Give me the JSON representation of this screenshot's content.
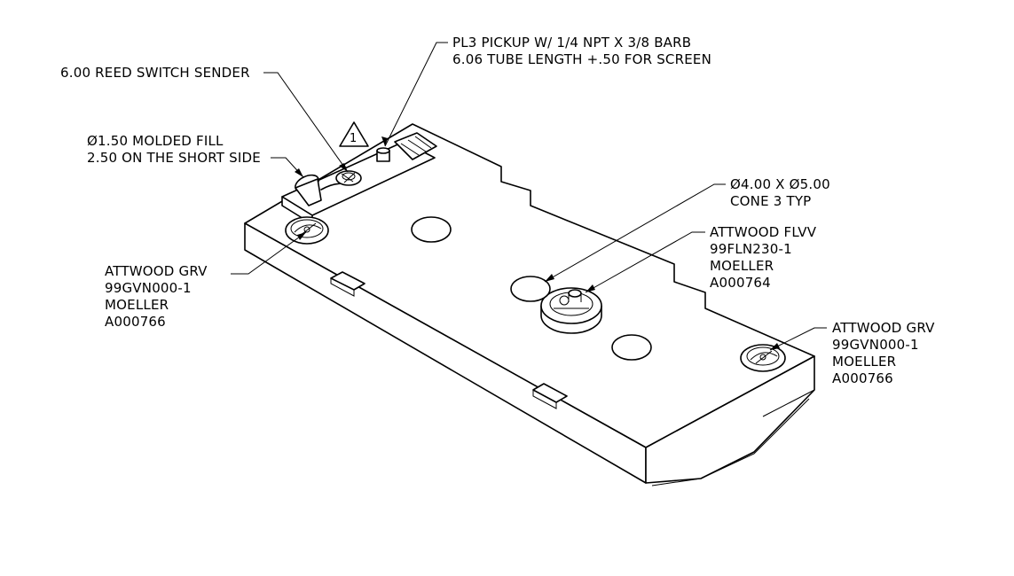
{
  "labels": {
    "pickup": {
      "line1": "PL3 PICKUP W/ 1/4 NPT X 3/8 BARB",
      "line2": "6.06 TUBE LENGTH +.50 FOR SCREEN"
    },
    "sender": {
      "line1": "6.00 REED SWITCH SENDER"
    },
    "fill": {
      "line1": "Ø1.50 MOLDED FILL",
      "line2": "2.50 ON THE SHORT SIDE"
    },
    "revision": {
      "mark": "1"
    },
    "cone": {
      "line1": "Ø4.00 X Ø5.00",
      "line2": "CONE 3 TYP"
    },
    "flvv": {
      "line1": "ATTWOOD FLVV",
      "line2": "99FLN230-1",
      "line3": "MOELLER",
      "line4": "A000764"
    },
    "grv_left": {
      "line1": "ATTWOOD GRV",
      "line2": "99GVN000-1",
      "line3": "MOELLER",
      "line4": "A000766"
    },
    "grv_right": {
      "line1": "ATTWOOD GRV",
      "line2": "99GVN000-1",
      "line3": "MOELLER",
      "line4": "A000766"
    }
  }
}
